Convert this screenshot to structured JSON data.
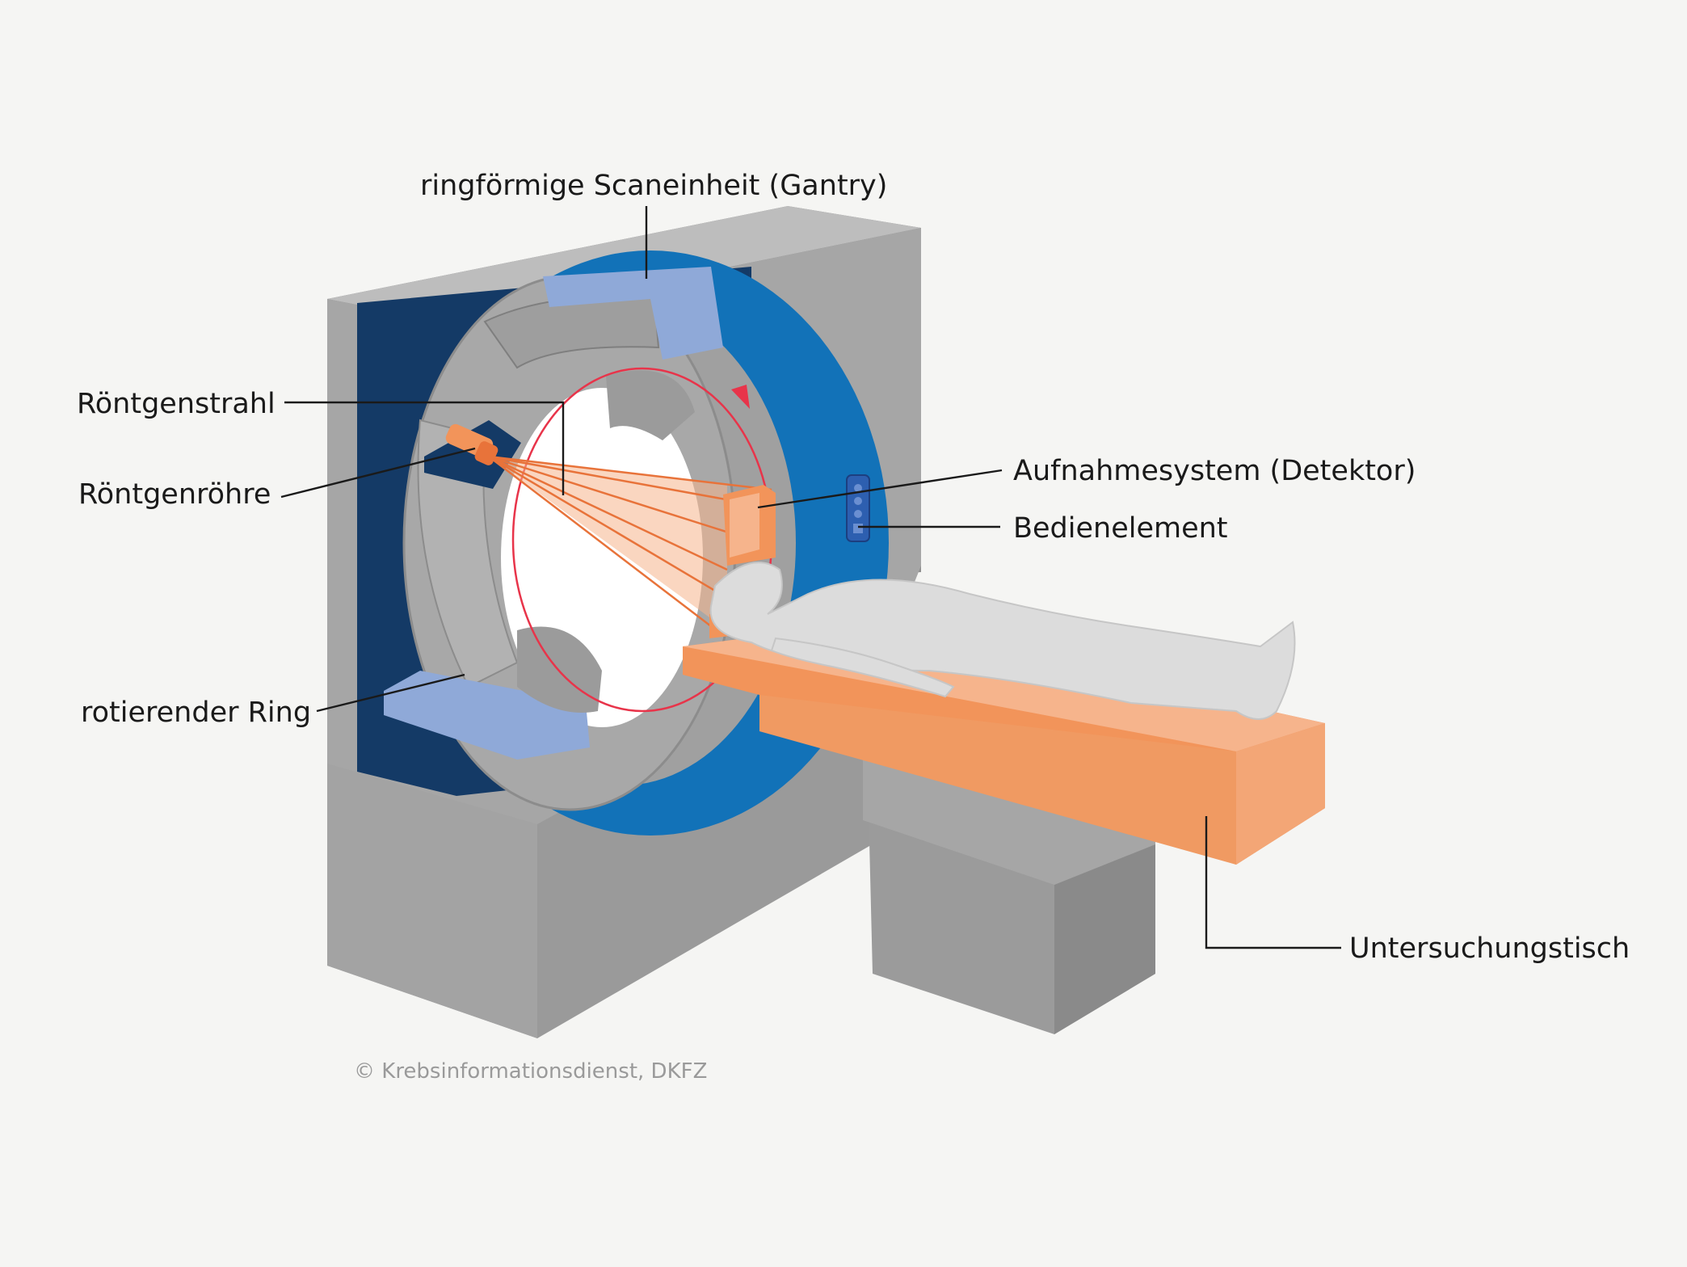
{
  "labels": {
    "gantry": "ringförmige Scaneinheit (Gantry)",
    "beam": "Röntgenstrahl",
    "tube": "Röntgenröhre",
    "detector": "Aufnahmesystem (Detektor)",
    "control": "Bedienelement",
    "ring": "rotierender Ring",
    "table": "Untersuchungstisch"
  },
  "copyright": "© Krebsinformationsdienst, DKFZ",
  "colors": {
    "background": "#f5f5f3",
    "housing": "#a3a3a3",
    "housing_dark": "#8a8a8a",
    "navy": "#143a66",
    "blue": "#1272b8",
    "light_blue": "#8fa9d8",
    "orange": "#f2945a",
    "orange_light": "#f6b48c",
    "patient": "#dcdcdc",
    "rotation_arrow": "#e8344a"
  }
}
